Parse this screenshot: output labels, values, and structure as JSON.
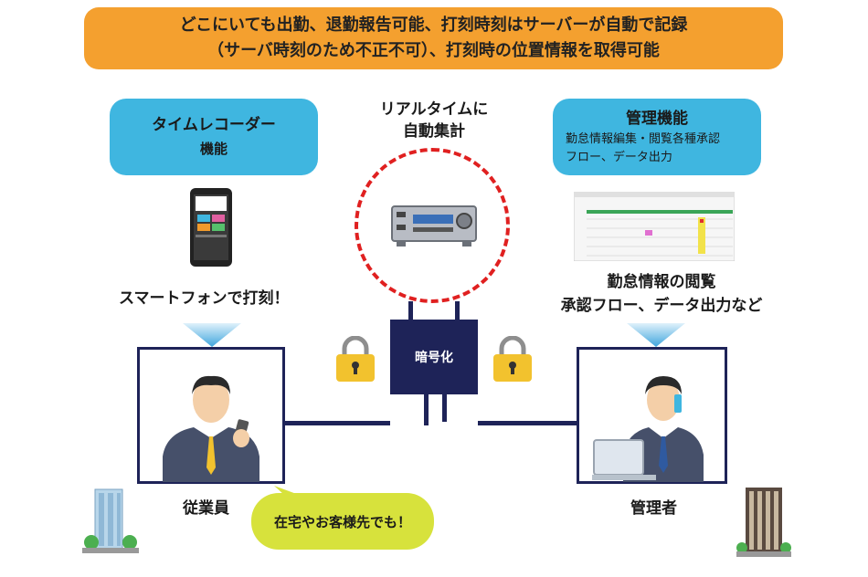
{
  "banner": {
    "line1": "どこにいても出勤、退勤報告可能、打刻時刻はサーバーが自動で記録",
    "line2": "（サーバ時刻のため不正不可）、打刻時の位置情報を取得可能"
  },
  "timerecorder": {
    "title": "タイムレコーダー",
    "subtitle": "機能"
  },
  "server": {
    "line1": "リアルタイムに",
    "line2": "自動集計"
  },
  "management": {
    "title": "管理機能",
    "desc1": "勤怠情報編集・閲覧各種承認",
    "desc2": "フロー、データ出力"
  },
  "smartphone_caption": "スマートフォンで打刻！",
  "admin_caption": {
    "line1": "勤怠情報の閲覧",
    "line2": "承認フロー、データ出力など"
  },
  "hub_label": "暗号化",
  "employee_label": "従業員",
  "admin_label": "管理者",
  "callout": "在宅やお客様先でも！",
  "colors": {
    "banner": "#f4a02f",
    "bubble": "#3fb6e0",
    "frame": "#1e2358",
    "dashed": "#e02020",
    "callout": "#d7e23c",
    "lock": "#f2c22e"
  }
}
